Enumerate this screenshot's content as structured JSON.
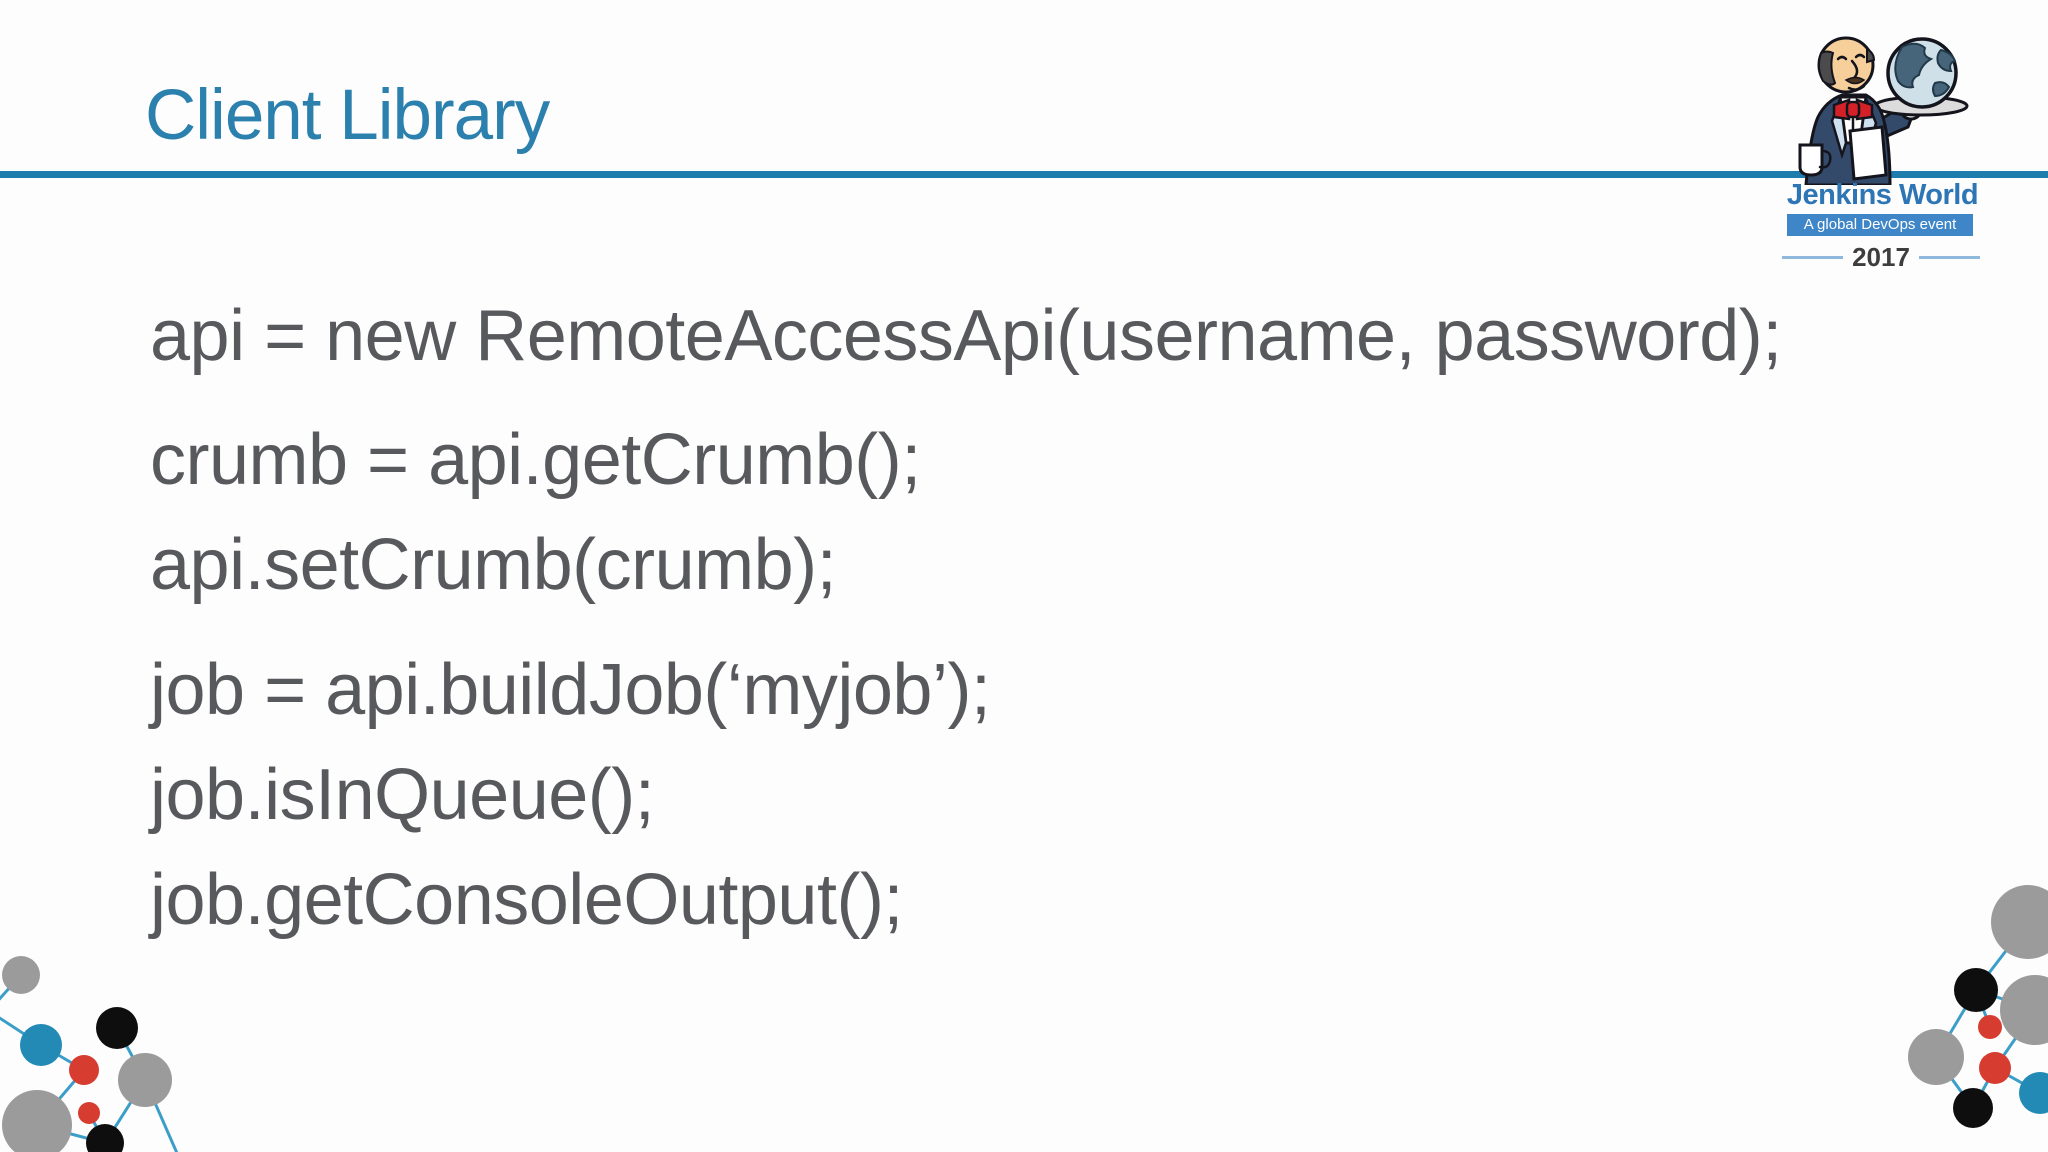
{
  "slide": {
    "title": "Client Library",
    "code_groups": [
      [
        "api = new RemoteAccessApi(username, password);"
      ],
      [
        "crumb = api.getCrumb();",
        "api.setCrumb(crumb);"
      ],
      [
        "job = api.buildJob(‘myjob’);",
        "job.isInQueue();",
        "job.getConsoleOutput();"
      ]
    ]
  },
  "logo": {
    "brand": "Jenkins World",
    "tagline": "A global DevOps event",
    "year": "2017",
    "icon": "jenkins-butler-serving-globe"
  },
  "icons": {
    "logo_mark": "jenkins-butler-icon",
    "globe": "globe-icon",
    "corner_decorations": "network-nodes-icon"
  },
  "colors": {
    "accent_blue": "#1e7dad",
    "title_blue": "#2b80ae",
    "code_gray": "#58595c",
    "brand_blue": "#2e75b5",
    "band_blue": "#3e86c7",
    "year_gray": "#3d3d3d",
    "year_line": "#8fb9dc",
    "node_gray": "#9b9b9b",
    "node_blue": "#2389b5",
    "node_red": "#d63c30",
    "node_black": "#0e0e0e",
    "link_blue": "#3b9ec9"
  }
}
